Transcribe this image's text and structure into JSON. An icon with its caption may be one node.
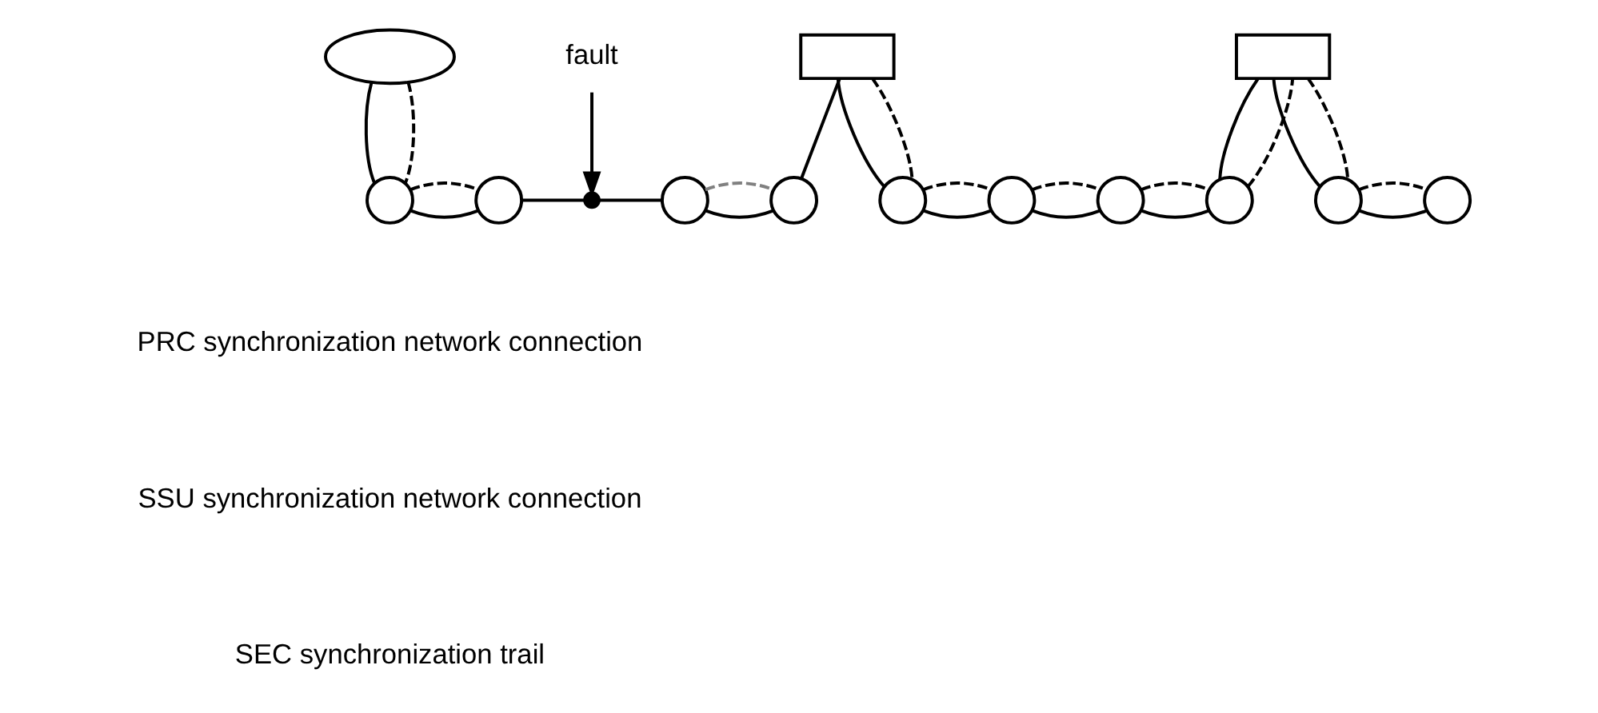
{
  "diagram": {
    "nodes": [
      {
        "text": [],
        "shape": "ellipse"
      },
      {
        "text": [
          "fault"
        ]
      },
      {
        "text": [],
        "shape": "box"
      },
      {
        "text": [],
        "shape": "box"
      },
      {
        "text": [],
        "shape": "circle"
      },
      {
        "text": [],
        "shape": "circle"
      },
      {
        "text": [],
        "shape": "circle"
      },
      {
        "text": [],
        "shape": "circle"
      },
      {
        "text": [],
        "shape": "circle"
      },
      {
        "text": [],
        "shape": "circle"
      },
      {
        "text": [],
        "shape": "circle"
      },
      {
        "text": [],
        "shape": "circle"
      },
      {
        "text": [],
        "shape": "circle"
      },
      {
        "text": [],
        "shape": "circle"
      },
      {
        "text": [],
        "shape": "cross"
      }
    ],
    "edges": [
      {
        "from": 0,
        "to": 4,
        "arrow": "none"
      },
      {
        "from": 4,
        "to": 5,
        "arrow": "none"
      },
      {
        "from": 5,
        "to": 14,
        "arrow": "none"
      },
      {
        "from": 14,
        "to": 6,
        "arrow": "none"
      },
      {
        "from": 6,
        "to": 7,
        "arrow": "none"
      },
      {
        "from": 7,
        "to": 2,
        "arrow": "none"
      },
      {
        "from": 2,
        "to": 8,
        "arrow": "none"
      },
      {
        "from": 8,
        "to": 9,
        "arrow": "none"
      },
      {
        "from": 9,
        "to": 10,
        "arrow": "none"
      },
      {
        "from": 10,
        "to": 11,
        "arrow": "none"
      },
      {
        "from": 11,
        "to": 3,
        "arrow": "none"
      },
      {
        "from": 3,
        "to": 12,
        "arrow": "none"
      },
      {
        "from": 12,
        "to": 13,
        "arrow": "none"
      },
      {
        "from": 1,
        "to": 14,
        "arrow": "to"
      },
      {
        "from": 0,
        "to": 4,
        "arrow": "none",
        "style": "dashed"
      },
      {
        "from": 4,
        "to": 5,
        "arrow": "none",
        "style": "dashed"
      },
      {
        "from": 6,
        "to": 7,
        "arrow": "none",
        "style": "dashed",
        "color": "#808080"
      },
      {
        "from": 2,
        "to": 8,
        "arrow": "none",
        "style": "dashed"
      },
      {
        "from": 8,
        "to": 9,
        "arrow": "none",
        "style": "dashed"
      },
      {
        "from": 9,
        "to": 10,
        "arrow": "none",
        "style": "dashed"
      },
      {
        "from": 10,
        "to": 11,
        "arrow": "none",
        "style": "dashed"
      },
      {
        "from": 11,
        "to": 3,
        "arrow": "none",
        "style": "dashed"
      },
      {
        "from": 3,
        "to": 12,
        "arrow": "none",
        "style": "dashed"
      },
      {
        "from": 12,
        "to": 13,
        "arrow": "none",
        "style": "dashed"
      }
    ],
    "legend": [
      {
        "text": "PRC synchronization network connection"
      },
      {
        "text": "SSU synchronization network connection"
      },
      {
        "text": "SEC synchronization trail"
      }
    ]
  }
}
